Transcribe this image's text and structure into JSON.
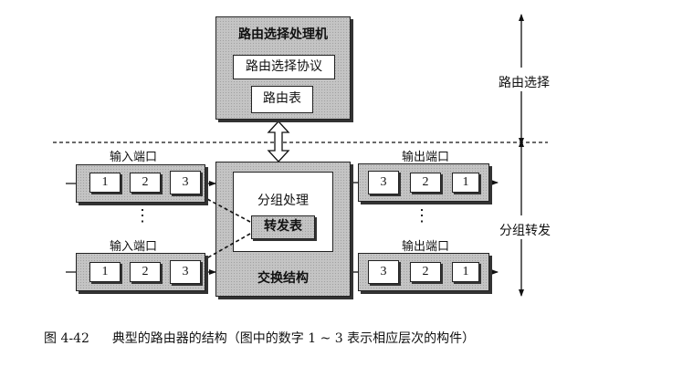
{
  "routing_processor": {
    "title": "路由选择处理机",
    "protocol": "路由选择协议",
    "table": "路由表"
  },
  "input_ports": [
    {
      "label": "输入端口",
      "stages": [
        "1",
        "2",
        "3"
      ]
    },
    {
      "label": "输入端口",
      "stages": [
        "1",
        "2",
        "3"
      ]
    }
  ],
  "output_ports": [
    {
      "label": "输出端口",
      "stages": [
        "3",
        "2",
        "1"
      ]
    },
    {
      "label": "输出端口",
      "stages": [
        "3",
        "2",
        "1"
      ]
    }
  ],
  "switch": {
    "processing": "分组处理",
    "forwarding_table": "转发表",
    "fabric": "交换结构"
  },
  "ellipsis": "⋮",
  "layers": {
    "routing": "路由选择",
    "forwarding": "分组转发"
  },
  "caption": {
    "number": "图 4-42",
    "text": "典型的路由器的结构（图中的数字 1 ~ 3 表示相应层次的构件）"
  }
}
